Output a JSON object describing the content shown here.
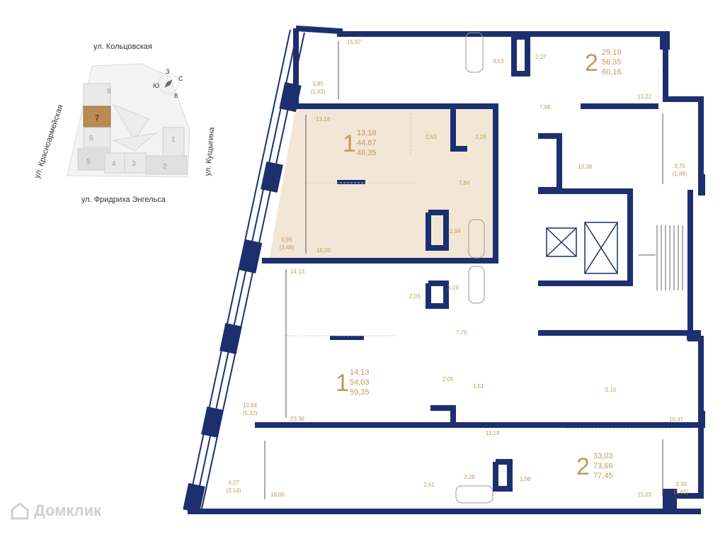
{
  "site_map": {
    "street_top": "ул. Кольцовская",
    "street_bottom": "ул. Фридриха Энгельса",
    "street_left": "ул. Красноармейская",
    "street_right": "ул. Кущыгина",
    "compass": {
      "n": "С",
      "s": "Ю",
      "e": "В",
      "w": "З"
    },
    "sections": [
      "1",
      "2",
      "3",
      "4",
      "5",
      "6",
      "7",
      "8"
    ],
    "selected_section": "7",
    "selected_color": "#b98a52"
  },
  "colors": {
    "wall": "#1c2f6e",
    "highlight": "#f2e6d6",
    "label": "#c49a5a"
  },
  "apartments": [
    {
      "id": "apt-1a",
      "rooms": "1",
      "living": "13,18",
      "total": "44,87",
      "total_with_balcony": "48,35"
    },
    {
      "id": "apt-1b",
      "rooms": "1",
      "living": "14,13",
      "total": "54,03",
      "total_with_balcony": "59,35"
    },
    {
      "id": "apt-2a",
      "rooms": "2",
      "living": "29,19",
      "total": "56,35",
      "total_with_balcony": "60,16"
    },
    {
      "id": "apt-2b",
      "rooms": "2",
      "living": "33,03",
      "total": "73,66",
      "total_with_balcony": "77,45"
    }
  ],
  "areas": {
    "a1597": "15,97",
    "a385": "3,85",
    "a193": "(1,93)",
    "a353": "3,53",
    "a227": "2,27",
    "a798": "7,98",
    "a1322": "13,22",
    "a375": "3,75",
    "a188": "(1,88)",
    "a1338": "13,38",
    "a1318": "13,18",
    "a263": "2,63",
    "a228": "2,28",
    "a784": "7,84",
    "a696": "6,96",
    "a348": "(3,48)",
    "a1600": "16,00",
    "a294": "2,94",
    "a1413": "14,13",
    "a203": "2,03",
    "a319": "3,19",
    "a776": "7,76",
    "a205": "2,05",
    "a151": "1,51",
    "a1064": "10,64",
    "a532": "(5,32)",
    "a2336": "23,36",
    "a510": "5,10",
    "a1647": "16,47",
    "a1119": "11,19",
    "a261": "2,61",
    "a328": "3,28",
    "a198": "1,98",
    "a427": "4,27",
    "a214": "(2,14)",
    "a1800": "18,00",
    "a1503": "15,03",
    "a330": "3,30",
    "a165": "(1,65)"
  },
  "watermark": "Домклик"
}
